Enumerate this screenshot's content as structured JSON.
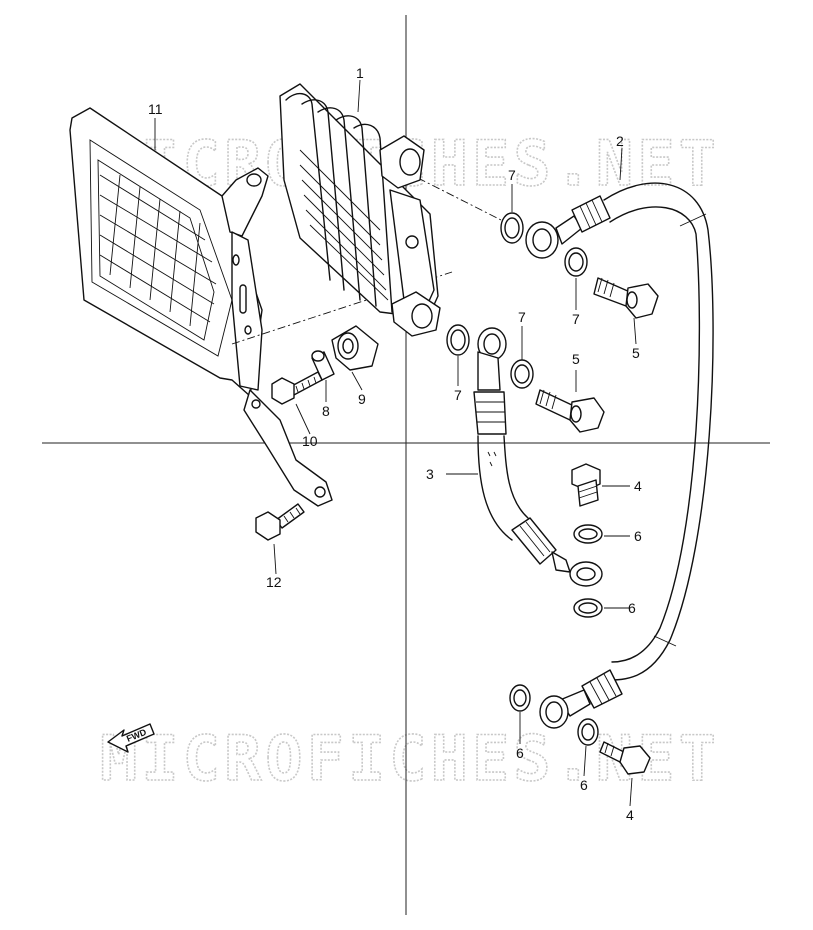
{
  "watermark": {
    "top": "MICROFICHES.NET",
    "bottom": "MICROFICHES.NET"
  },
  "fwd_label": "FWD",
  "callouts": {
    "c1": "1",
    "c2": "2",
    "c3": "3",
    "c4a": "4",
    "c4b": "4",
    "c5a": "5",
    "c5b": "5",
    "c6a": "6",
    "c6b": "6",
    "c6c": "6",
    "c6d": "6",
    "c7a": "7",
    "c7b": "7",
    "c7c": "7",
    "c7d": "7",
    "c8": "8",
    "c9": "9",
    "c10": "10",
    "c11": "11",
    "c12": "12"
  }
}
